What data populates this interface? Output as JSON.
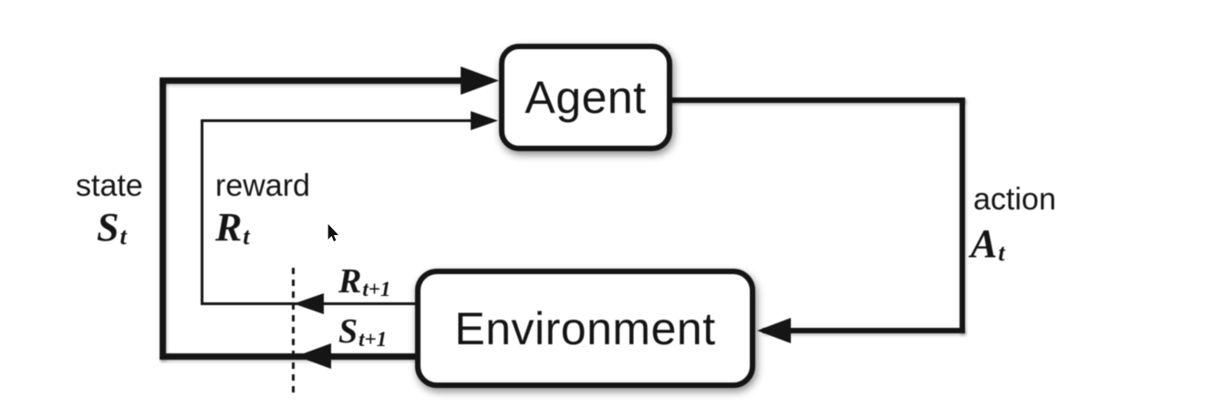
{
  "diagram": {
    "agent": {
      "label": "Agent"
    },
    "environment": {
      "label": "Environment"
    },
    "labels": {
      "state_word": "state",
      "state_symbol": "S",
      "state_sub": "t",
      "reward_word": "reward",
      "reward_symbol": "R",
      "reward_sub": "t",
      "action_word": "action",
      "action_symbol": "A",
      "action_sub": "t",
      "next_reward_symbol": "R",
      "next_reward_sub": "t+1",
      "next_state_symbol": "S",
      "next_state_sub": "t+1"
    },
    "icons": {
      "arrowheads": [
        "state-arrowhead-into-agent",
        "reward-arrowhead-into-agent",
        "reward-arrowhead-at-boundary",
        "state-arrowhead-at-boundary",
        "action-arrowhead-into-environment"
      ],
      "cursor": "mouse-pointer"
    },
    "colors": {
      "ink": "#151515",
      "background": "#ffffff"
    }
  }
}
